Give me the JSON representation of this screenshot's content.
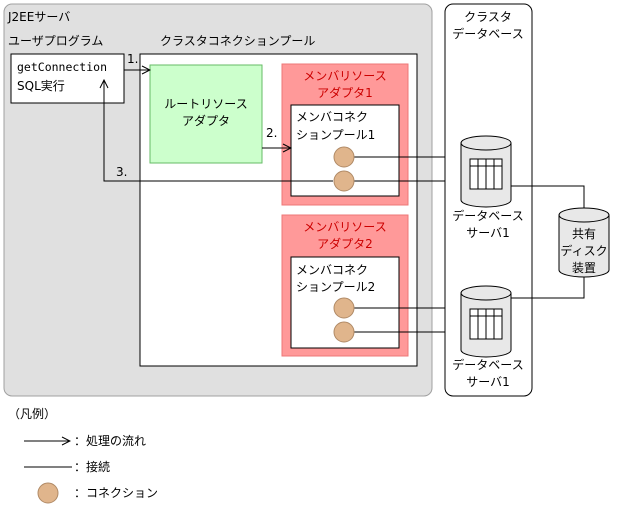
{
  "server": {
    "title": "J2EEサーバ"
  },
  "user_program": {
    "label": "ユーザプログラム",
    "line1": "getConnection",
    "line2": "SQL実行"
  },
  "cluster_pool": {
    "label": "クラスタコネクションプール"
  },
  "root_adapter": {
    "line1": "ルートリソース",
    "line2": "アダプタ"
  },
  "member_adapter_1": {
    "line1": "メンバリソース",
    "line2": "アダプタ1"
  },
  "member_pool_1": {
    "line1": "メンバコネク",
    "line2": "ションプール1"
  },
  "member_adapter_2": {
    "line1": "メンバリソース",
    "line2": "アダプタ2"
  },
  "member_pool_2": {
    "line1": "メンバコネク",
    "line2": "ションプール2"
  },
  "cluster_db": {
    "line1": "クラスタ",
    "line2": "データベース"
  },
  "db_server_1": {
    "line1": "データベース",
    "line2": "サーバ1"
  },
  "db_server_2": {
    "line1": "データベース",
    "line2": "サーバ1"
  },
  "shared_disk": {
    "line1": "共有",
    "line2": "ディスク",
    "line3": "装置"
  },
  "steps": {
    "s1": "1.",
    "s2": "2.",
    "s3": "3."
  },
  "legend": {
    "title": "（凡例）",
    "flow": "：処理の流れ",
    "connect": "：接続",
    "connection": "：コネクション"
  },
  "colors": {
    "server_bg": "#e0e0e0",
    "root_adapter_fill": "#ccffcc",
    "member_adapter_fill": "#ff9999",
    "connection_fill": "#e0b58c",
    "label_red": "#cc0000"
  }
}
